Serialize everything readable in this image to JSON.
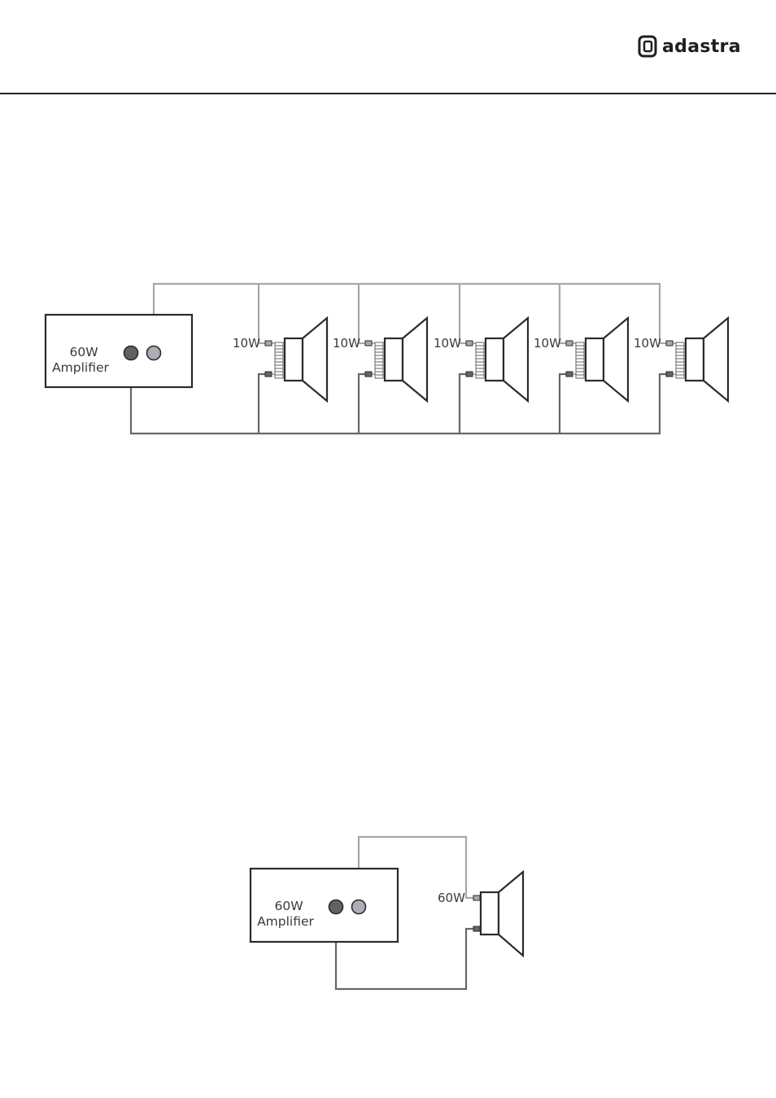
{
  "brand": {
    "name": "adastra"
  },
  "diagram_1": {
    "amplifier": {
      "line1": "60W",
      "line2": "Amplifier"
    },
    "speakers": [
      {
        "label": "10W"
      },
      {
        "label": "10W"
      },
      {
        "label": "10W"
      },
      {
        "label": "10W"
      },
      {
        "label": "10W"
      }
    ]
  },
  "diagram_2": {
    "amplifier": {
      "line1": "60W",
      "line2": "Amplifier"
    },
    "speaker": {
      "label": "60W"
    }
  },
  "colors": {
    "positive_wire": "#a7a6af",
    "negative_wire": "#66666c",
    "outline": "#2b2b2b",
    "negative_terminal": "#616168",
    "positive_terminal": "#aeadb6"
  }
}
